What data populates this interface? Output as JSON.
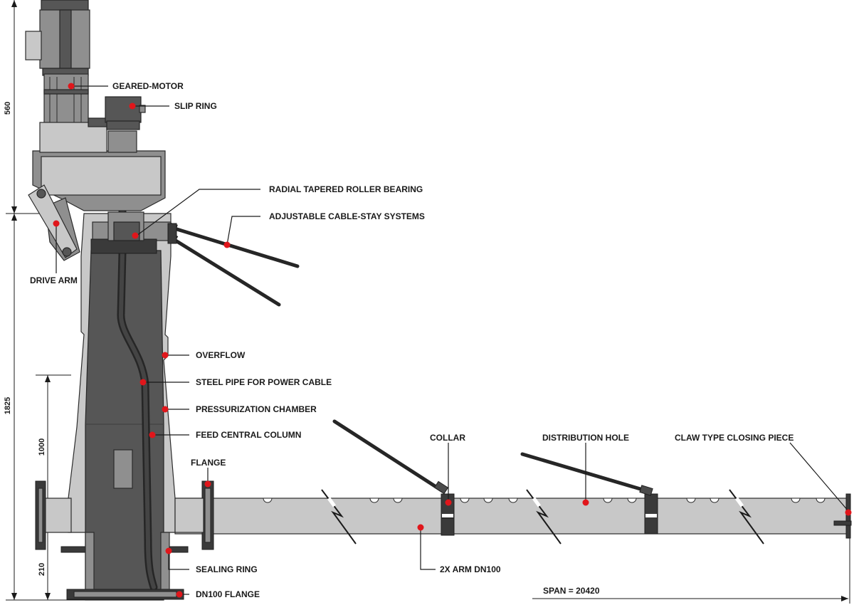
{
  "labels": {
    "geared_motor": "GEARED-MOTOR",
    "slip_ring": "SLIP RING",
    "radial_bearing": "RADIAL TAPERED ROLLER BEARING",
    "cable_stay": "ADJUSTABLE CABLE-STAY SYSTEMS",
    "drive_arm": "DRIVE ARM",
    "overflow": "OVERFLOW",
    "steel_pipe": "STEEL PIPE FOR POWER CABLE",
    "pressurization": "PRESSURIZATION CHAMBER",
    "feed_column": "FEED CENTRAL COLUMN",
    "flange": "FLANGE",
    "collar": "COLLAR",
    "distribution_hole": "DISTRIBUTION HOLE",
    "claw": "CLAW TYPE CLOSING PIECE",
    "sealing_ring": "SEALING RING",
    "arm": "2X ARM DN100",
    "dn100_flange": "DN100 FLANGE"
  },
  "dimensions": {
    "d560": "560",
    "d1825": "1825",
    "d1000": "1000",
    "d210": "210",
    "span": "SPAN = 20420"
  },
  "colors": {
    "marker": "#e0161b",
    "light_grey": "#c8c8c8",
    "mid_grey": "#8f8f8f",
    "dark_grey": "#565656"
  }
}
